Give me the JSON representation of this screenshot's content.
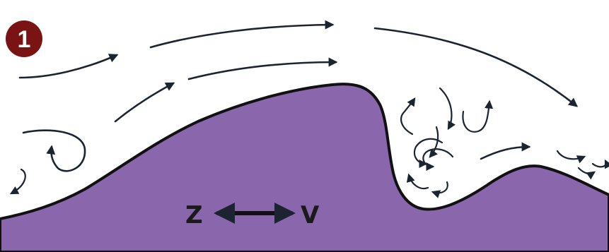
{
  "figure": {
    "step_number": "1",
    "direction_left_label": "Z",
    "direction_right_label": "V"
  },
  "colors": {
    "background": "#ffffff",
    "dune": "#8a67ad",
    "dune_outline": "#111111",
    "badge": "#7a1414",
    "arrows": "#1b2430"
  }
}
